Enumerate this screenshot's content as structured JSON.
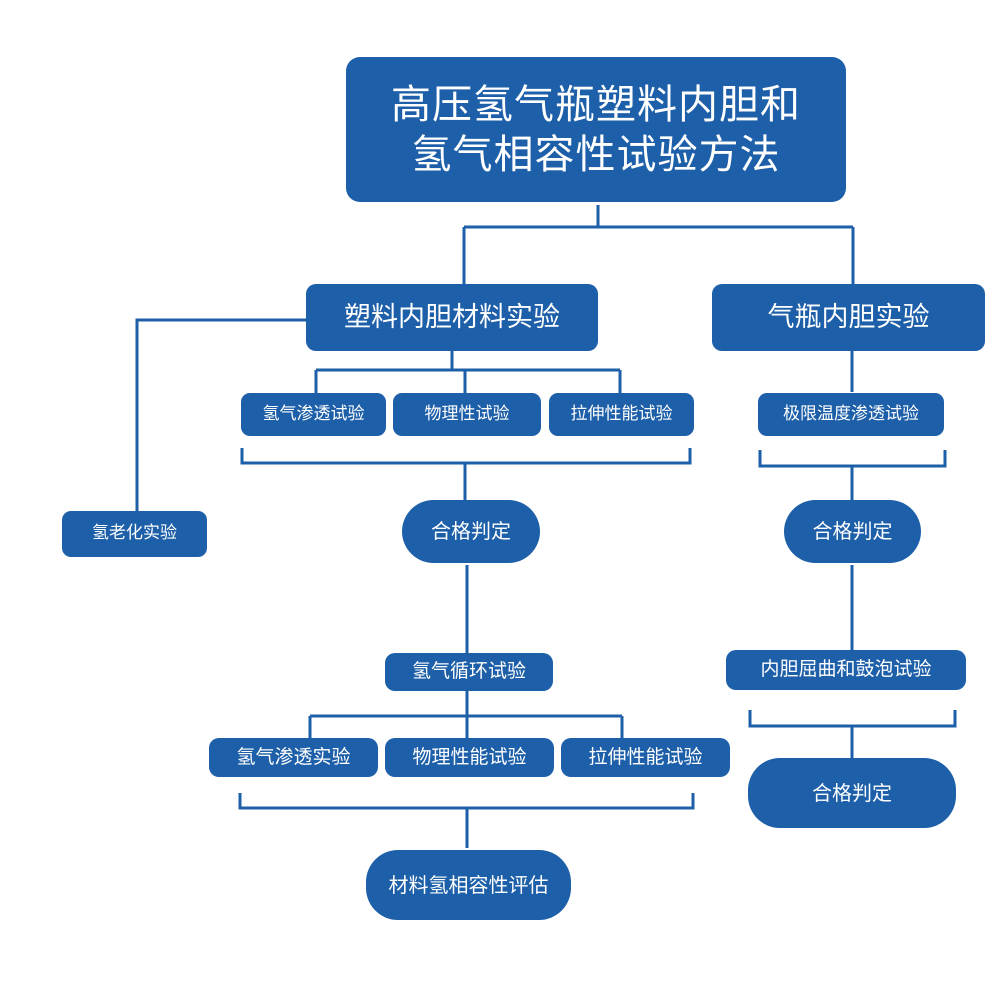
{
  "title": {
    "line1": "高压氢气瓶塑料内胆和",
    "line2": "氢气相容性试验方法"
  },
  "left": {
    "heading": "塑料内胆材料实验",
    "aging": "氢老化实验",
    "tests": [
      "氢气渗透试验",
      "物理性试验",
      "拉伸性能试验"
    ],
    "judge": "合格判定",
    "cycle": "氢气循环试验",
    "tests2": [
      "氢气渗透实验",
      "物理性能试验",
      "拉伸性能试验"
    ],
    "evaluation": "材料氢相容性评估"
  },
  "right": {
    "heading": "气瓶内胆实验",
    "test1": "极限温度渗透试验",
    "judge1": "合格判定",
    "test2": "内胆屈曲和鼓泡试验",
    "judge2": "合格判定"
  },
  "colors": {
    "box": "#1d5fa8",
    "line": "#1d5fa8",
    "text": "#ffffff"
  }
}
